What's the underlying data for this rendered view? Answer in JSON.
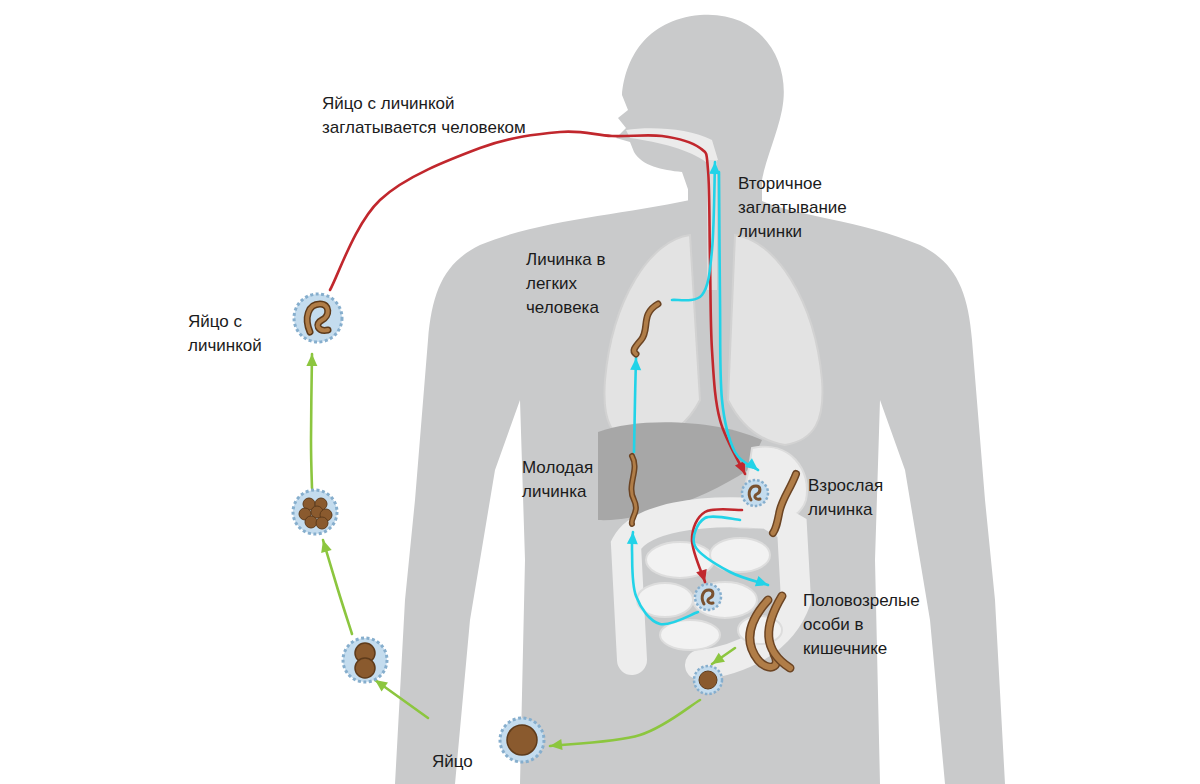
{
  "diagram": {
    "nodes": [
      {
        "text": [
          "Яйцо"
        ]
      },
      {
        "text": [
          "Яйцо с личинкой"
        ]
      },
      {
        "text": [
          "Личинка в легких человека"
        ]
      },
      {
        "text": [
          "Молодая личинка"
        ]
      },
      {
        "text": [
          "Взрослая личинка"
        ]
      },
      {
        "text": [
          "Половозрелые особи в кишечнике"
        ]
      }
    ],
    "edges": [
      {
        "from": 5,
        "to": 0,
        "arrow": "to"
      },
      {
        "from": 0,
        "to": 1,
        "arrow": "to"
      },
      {
        "from": 1,
        "to": 3,
        "label": "Яйцо с личинкой заглатывается человеком",
        "arrow": "to"
      },
      {
        "from": 3,
        "to": 2,
        "arrow": "to"
      },
      {
        "from": 2,
        "to": 4,
        "label": "Вторичное заглатывание личинки",
        "arrow": "to"
      },
      {
        "from": 4,
        "to": 5,
        "arrow": "to"
      }
    ]
  }
}
